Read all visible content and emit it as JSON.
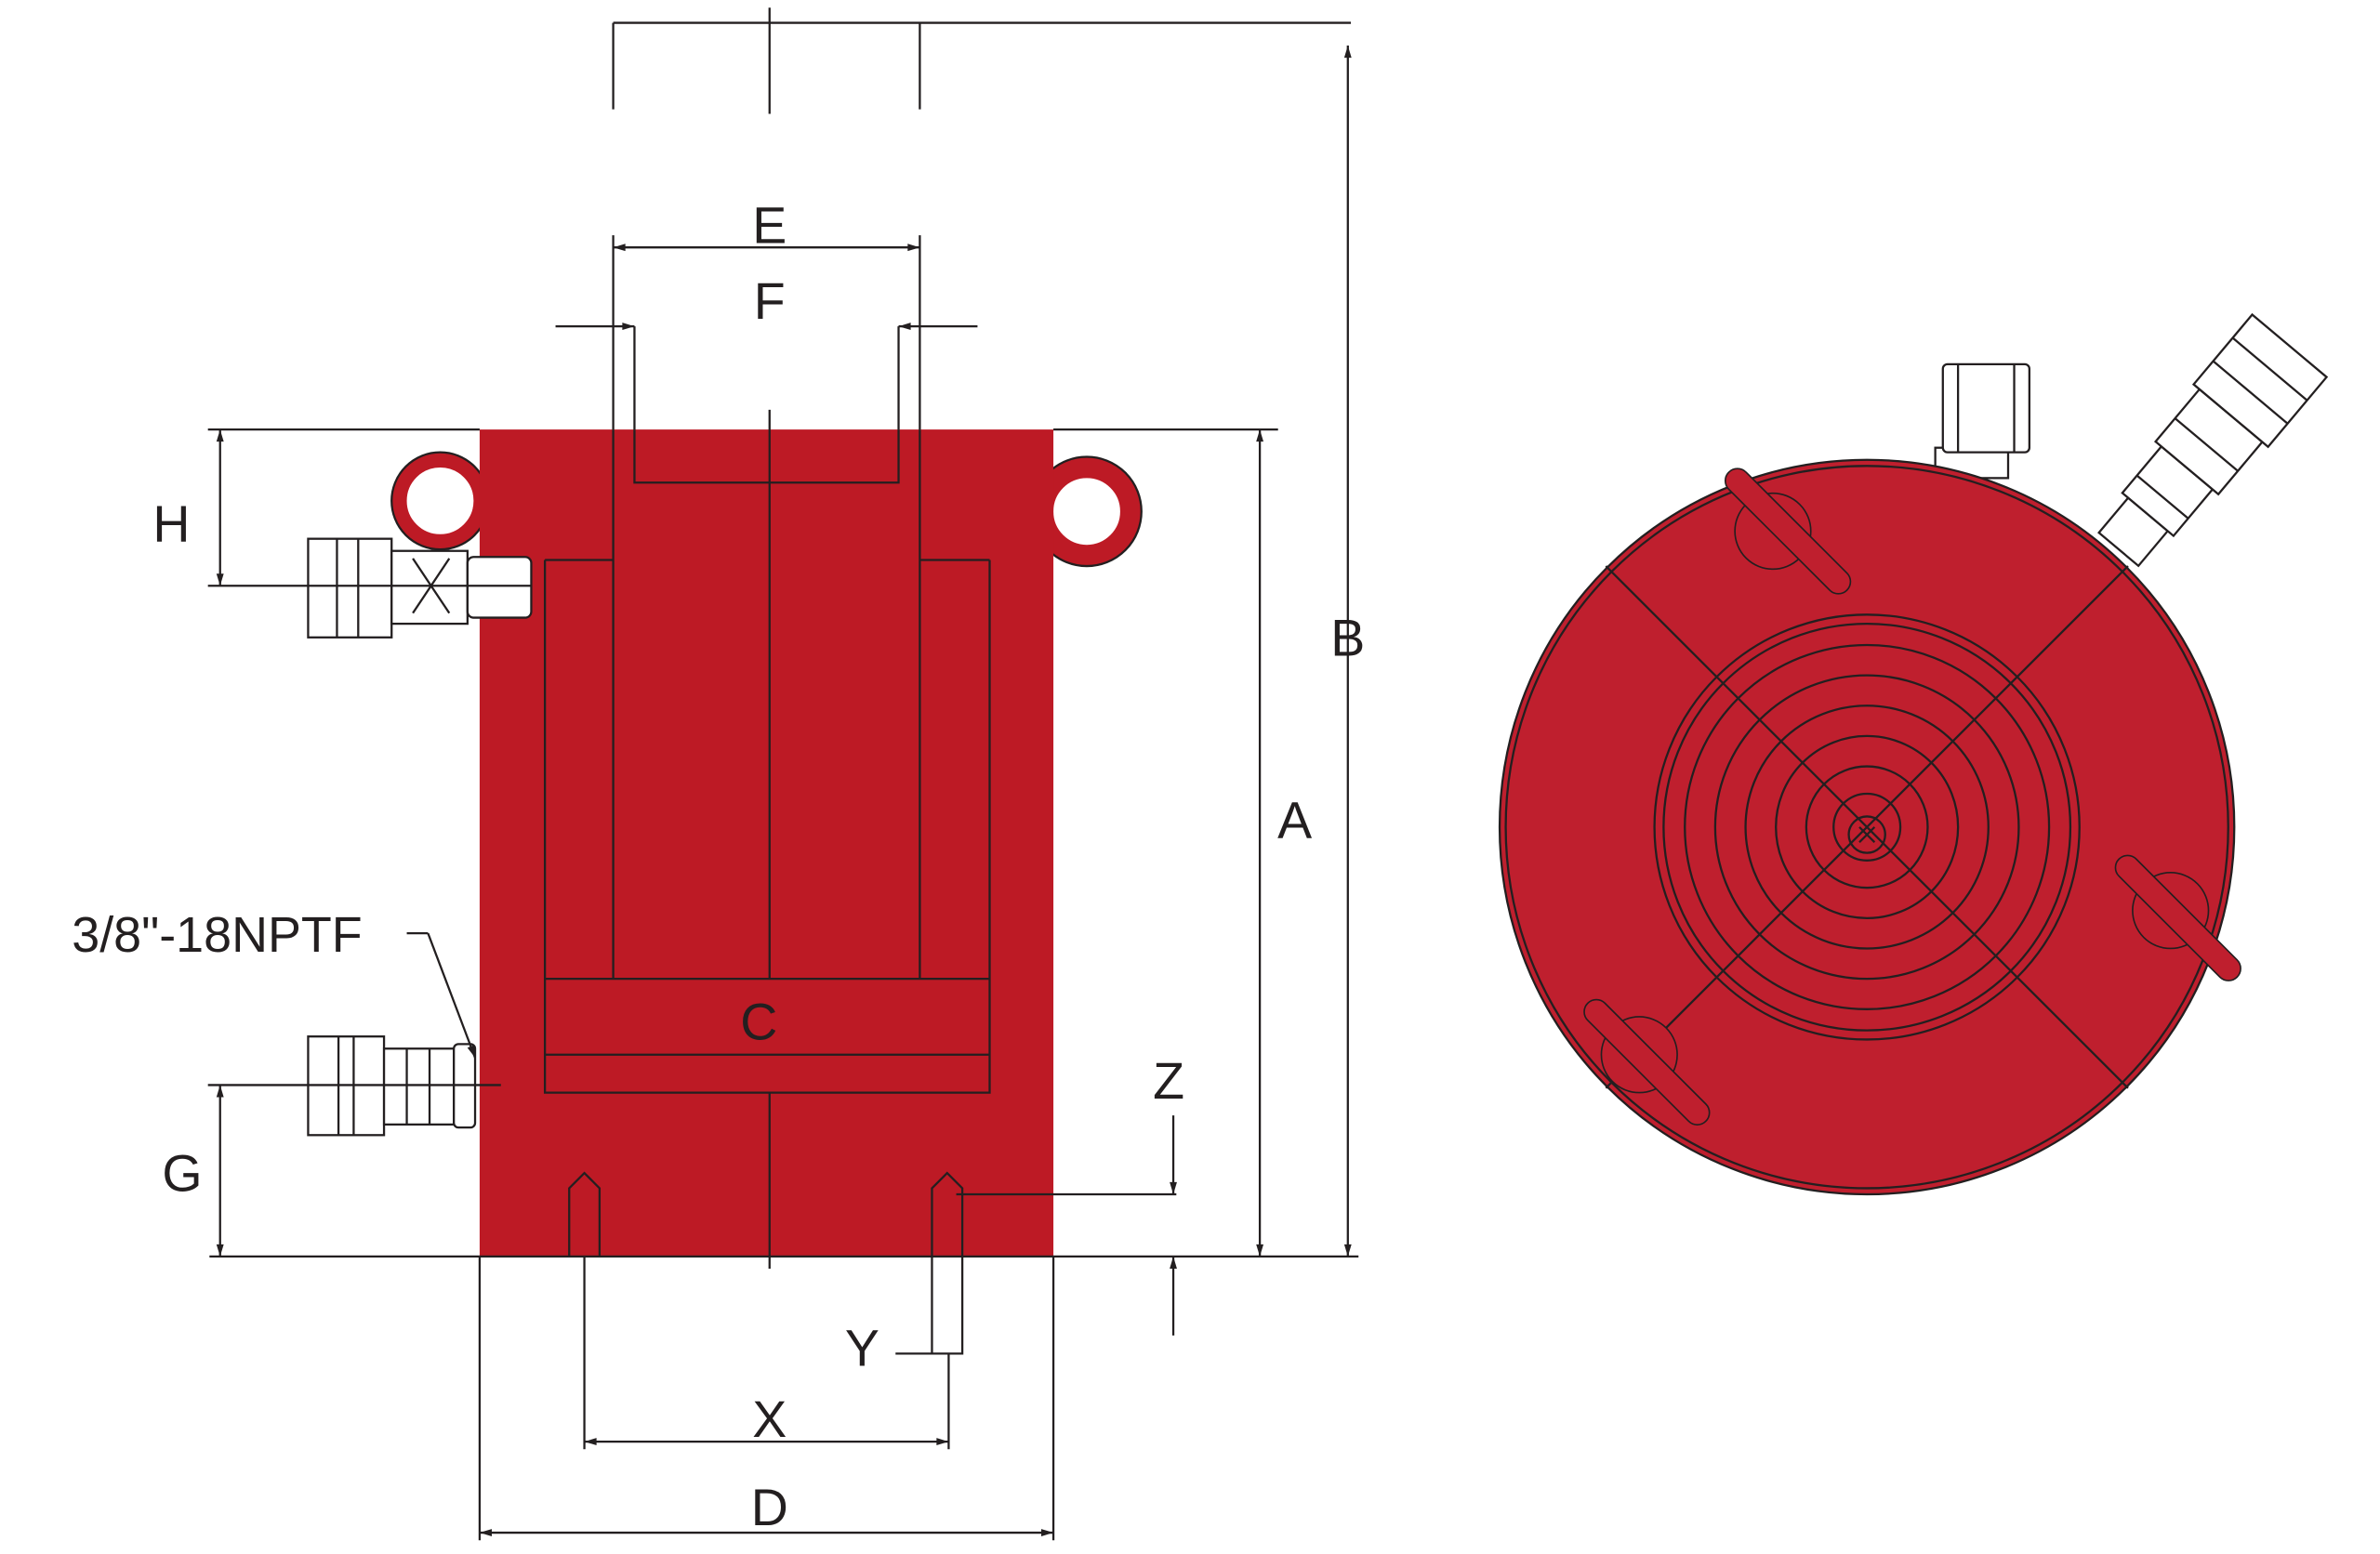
{
  "labels": {
    "A": "A",
    "B": "B",
    "C": "C",
    "D": "D",
    "E": "E",
    "F": "F",
    "G": "G",
    "H": "H",
    "X": "X",
    "Y": "Y",
    "Z": "Z",
    "port": "3/8\"-18NPTF"
  },
  "colors": {
    "body": "#bd1a25",
    "top_view": "#bf1f2e",
    "line": "#231f20"
  }
}
